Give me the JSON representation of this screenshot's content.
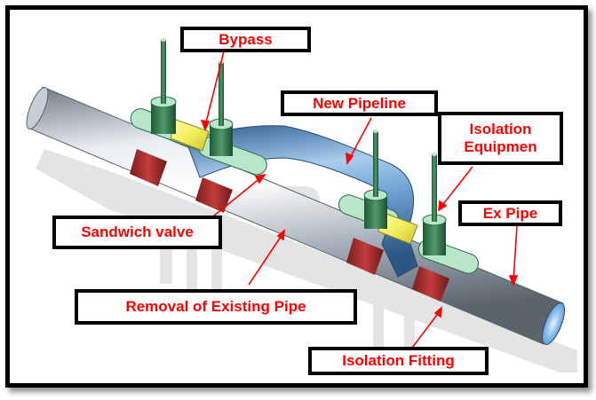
{
  "diagram": {
    "title": "Pipeline bypass with isolation equipment",
    "label_color": "#ff0000",
    "labels": {
      "bypass": "Bypass",
      "new_pipeline": "New Pipeline",
      "isolation_equipment": "Isolation Equipmen",
      "ex_pipe": "Ex Pipe",
      "sandwich_valve": "Sandwich valve",
      "removal_existing_pipe": "Removal of Existing Pipe",
      "isolation_fitting": "Isolation Fitting"
    },
    "component_colors": {
      "existing_pipe": "#b9c2cc",
      "new_pipeline": "#5d8fc4",
      "valve_body": "#b8e6c8",
      "valve_stem": "#2e6b45",
      "bypass_sleeve": "#f2ee6a",
      "isolation_fitting": "#b03030",
      "arrow": "#ff0000"
    }
  }
}
